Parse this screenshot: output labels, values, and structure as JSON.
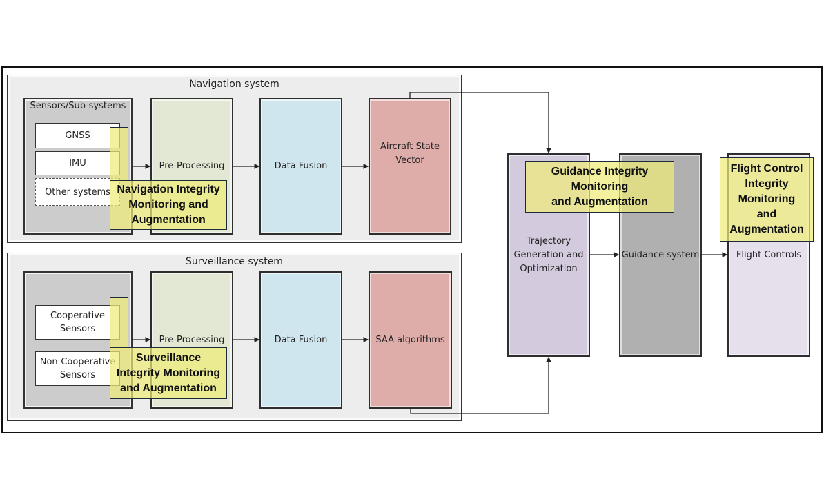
{
  "diagram": {
    "navigation": {
      "title": "Navigation system",
      "sensors_title": "Sensors/Sub-systems",
      "sensors": [
        "GNSS",
        "IMU",
        "Other systems"
      ],
      "pre_processing": "Pre-Processing",
      "data_fusion": "Data Fusion",
      "output": "Aircraft State\nVector",
      "integrity": "Navigation Integrity\nMonitoring and\nAugmentation"
    },
    "surveillance": {
      "title": "Surveillance system",
      "sensors": [
        "Cooperative\nSensors",
        "Non-Cooperative\nSensors"
      ],
      "pre_processing": "Pre-Processing",
      "data_fusion": "Data Fusion",
      "output": "SAA algorithms",
      "integrity": "Surveillance\nIntegrity Monitoring\nand Augmentation"
    },
    "trajectory": "Trajectory\nGeneration and\nOptimization",
    "guidance": "Guidance system",
    "flight_controls": "Flight Controls",
    "guidance_integrity": "Guidance Integrity\nMonitoring\nand Augmentation",
    "flight_integrity": "Flight Control\nIntegrity\nMonitoring\nand\nAugmentation"
  }
}
